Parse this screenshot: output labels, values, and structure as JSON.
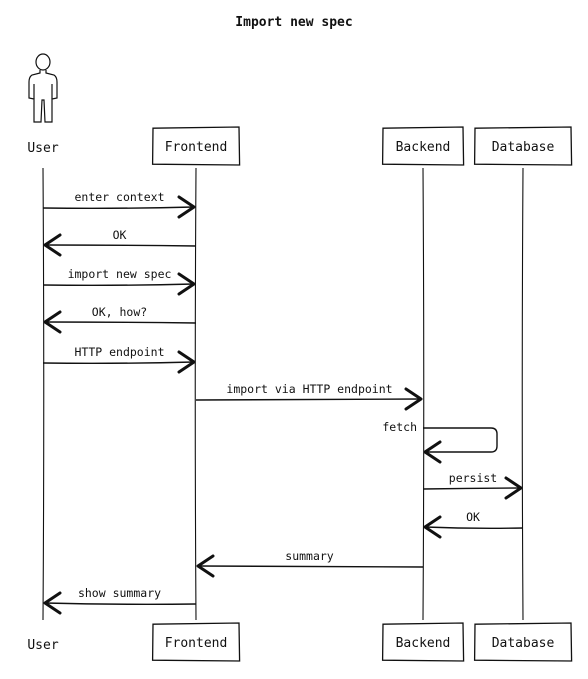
{
  "title": "Import new spec",
  "participants": [
    {
      "id": "user",
      "label": "User",
      "kind": "actor"
    },
    {
      "id": "frontend",
      "label": "Frontend",
      "kind": "box"
    },
    {
      "id": "backend",
      "label": "Backend",
      "kind": "box"
    },
    {
      "id": "database",
      "label": "Database",
      "kind": "box"
    }
  ],
  "messages": [
    {
      "from": "user",
      "to": "frontend",
      "label": "enter context"
    },
    {
      "from": "frontend",
      "to": "user",
      "label": "OK"
    },
    {
      "from": "user",
      "to": "frontend",
      "label": "import new spec"
    },
    {
      "from": "frontend",
      "to": "user",
      "label": "OK, how?"
    },
    {
      "from": "user",
      "to": "frontend",
      "label": "HTTP endpoint"
    },
    {
      "from": "frontend",
      "to": "backend",
      "label": "import via HTTP endpoint"
    },
    {
      "from": "backend",
      "to": "backend",
      "label": "fetch"
    },
    {
      "from": "backend",
      "to": "database",
      "label": "persist"
    },
    {
      "from": "database",
      "to": "backend",
      "label": "OK"
    },
    {
      "from": "backend",
      "to": "frontend",
      "label": "summary"
    },
    {
      "from": "frontend",
      "to": "user",
      "label": "show summary"
    }
  ]
}
